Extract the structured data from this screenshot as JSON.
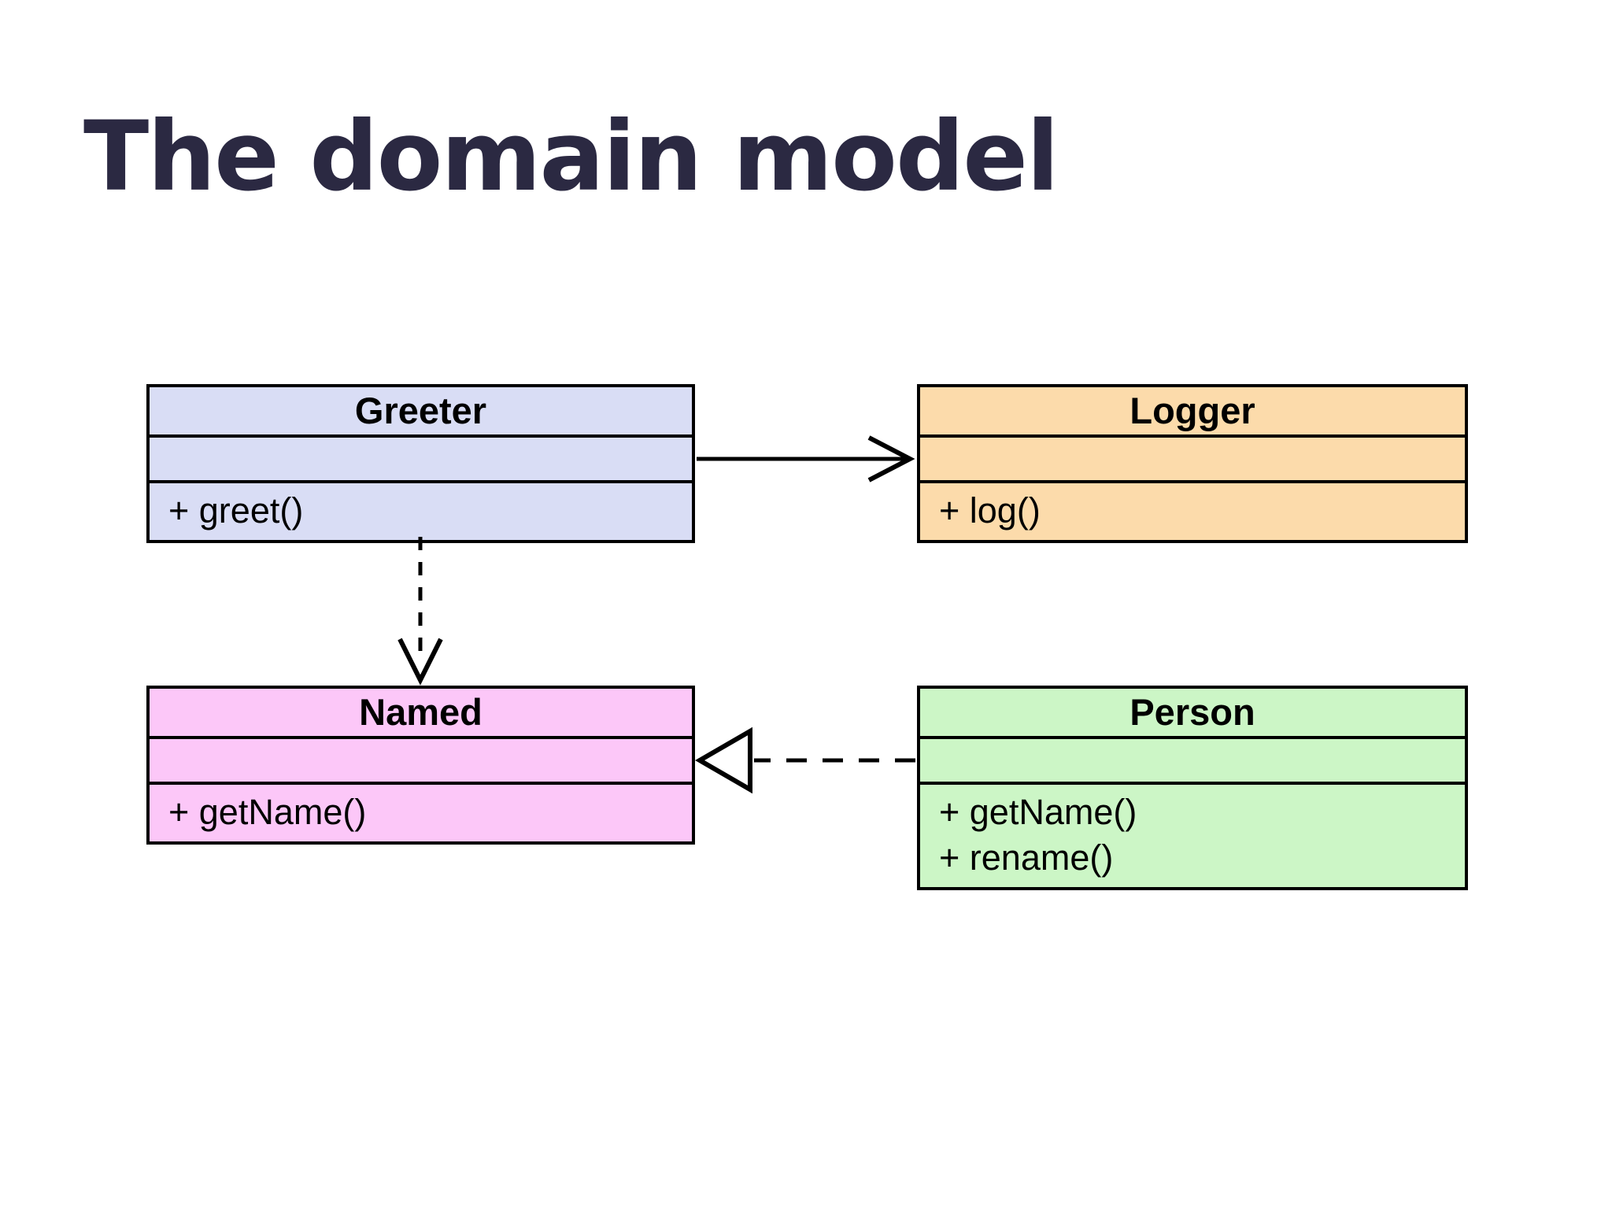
{
  "slide": {
    "title": "The domain model",
    "title_color": "#2b2942",
    "background": "#ffffff"
  },
  "diagram": {
    "type": "uml-class-diagram",
    "border_color": "#000000",
    "classes": [
      {
        "id": "greeter",
        "name": "Greeter",
        "fill": "#d9ddf5",
        "attributes": [],
        "methods": [
          "+ greet()"
        ]
      },
      {
        "id": "logger",
        "name": "Logger",
        "fill": "#fcdbab",
        "attributes": [],
        "methods": [
          "+ log()"
        ]
      },
      {
        "id": "named",
        "name": "Named",
        "fill": "#fcc7f8",
        "attributes": [],
        "methods": [
          "+ getName()"
        ]
      },
      {
        "id": "person",
        "name": "Person",
        "fill": "#ccf6c6",
        "attributes": [],
        "methods": [
          "+ getName()",
          "+ rename()"
        ]
      }
    ],
    "relationships": [
      {
        "from": "Greeter",
        "to": "Logger",
        "style": "solid",
        "arrowhead": "open",
        "meaning": "association"
      },
      {
        "from": "Greeter",
        "to": "Named",
        "style": "dashed",
        "arrowhead": "open",
        "meaning": "dependency"
      },
      {
        "from": "Person",
        "to": "Named",
        "style": "dashed",
        "arrowhead": "hollow-triangle",
        "meaning": "realization"
      }
    ]
  }
}
